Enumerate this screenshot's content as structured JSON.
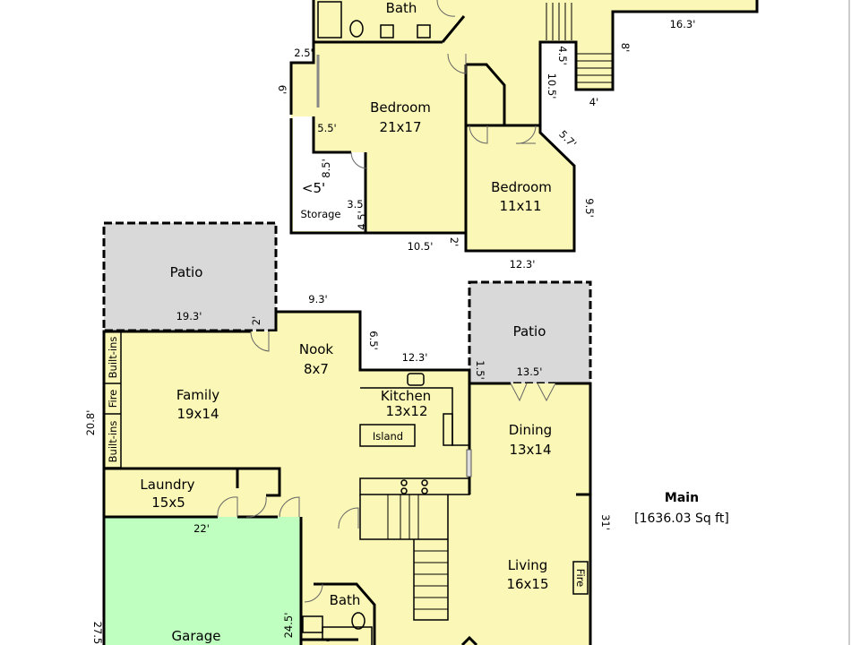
{
  "upper_floor": {
    "rooms": {
      "bath": "Bath",
      "bedroom_master_name": "Bedroom",
      "bedroom_master_size": "21x17",
      "bedroom_second_name": "Bedroom",
      "bedroom_second_size": "11x11",
      "storage": "Storage",
      "low_ceiling": "<5'"
    },
    "dimensions": {
      "top_right_width": "16.3'",
      "bump_top": "2.5'",
      "bump_height": "6'",
      "storage_notch": "5.5'",
      "storage_depth": "8.5'",
      "storage_door": "3.5'",
      "storage_side": "4.5'",
      "bedroom_bottom": "10.5'",
      "bedroom_step": "2'",
      "bedroom2_bottom": "12.3'",
      "stair_landing": "4.5'",
      "hall_length": "10.5'",
      "stair_run": "8'",
      "stair_width": "4'",
      "bedroom2_diag": "5.7'",
      "bedroom2_right": "9.5'"
    }
  },
  "main_floor": {
    "title": "Main",
    "area": "[1636.03 Sq ft]",
    "rooms": {
      "patio_left": "Patio",
      "patio_right": "Patio",
      "nook_name": "Nook",
      "nook_size": "8x7",
      "family_name": "Family",
      "family_size": "19x14",
      "kitchen_name": "Kitchen",
      "kitchen_size": "13x12",
      "island": "Island",
      "dining_name": "Dining",
      "dining_size": "13x14",
      "laundry_name": "Laundry",
      "laundry_size": "15x5",
      "living_name": "Living",
      "living_size": "16x15",
      "bath": "Bath",
      "garage": "Garage",
      "builtins_top": "Built-ins",
      "builtins_bottom": "Built-ins",
      "fire_family": "Fire",
      "fire_living": "Fire"
    },
    "dimensions": {
      "patio_left_width": "19.3'",
      "patio_left_step": "2'",
      "nook_top": "9.3'",
      "nook_side": "6.5'",
      "kitchen_top": "12.3'",
      "patio_right_step": "1.5'",
      "patio_right_width": "13.5'",
      "family_height": "20.8'",
      "garage_width": "22'",
      "garage_depth": "24.5'",
      "left_total": "27.5'",
      "right_total": "31'"
    }
  }
}
